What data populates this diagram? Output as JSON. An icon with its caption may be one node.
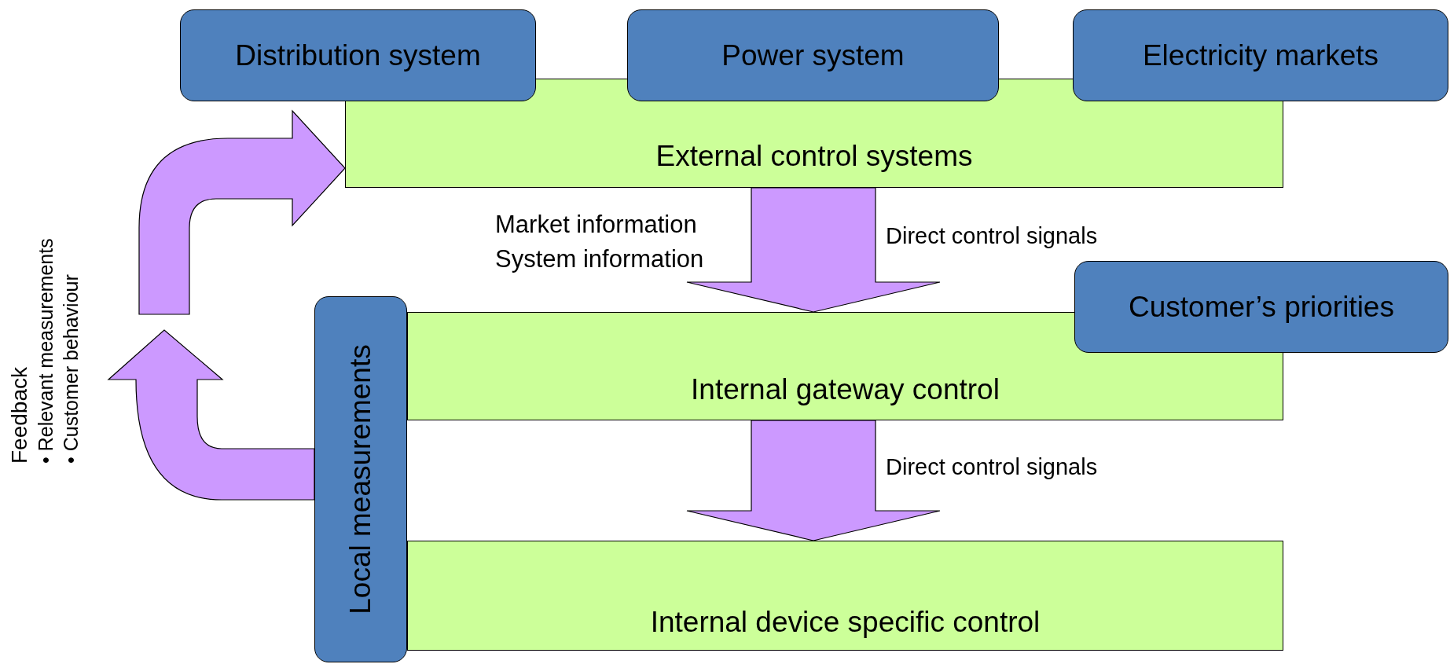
{
  "diagram": {
    "nodes": [
      {
        "text": [
          "Distribution system"
        ]
      },
      {
        "text": [
          "Power system"
        ]
      },
      {
        "text": [
          "Electricity markets"
        ]
      },
      {
        "text": [
          "External control systems"
        ]
      },
      {
        "text": [
          "Customer’s priorities"
        ]
      },
      {
        "text": [
          "Internal gateway control"
        ]
      },
      {
        "text": [
          "Local measurements"
        ]
      },
      {
        "text": [
          "Internal device specific control"
        ]
      }
    ],
    "edges": [
      {
        "from": 3,
        "to": 5,
        "arrow": "to",
        "label": "Direct control signals"
      },
      {
        "from": 5,
        "to": 7,
        "arrow": "to",
        "label": "Direct control signals"
      },
      {
        "from": 6,
        "to": null,
        "arrow": "to"
      },
      {
        "from": null,
        "to": 3,
        "arrow": "to"
      }
    ],
    "labels": [
      "Feedback",
      "• Relevant measurements",
      "• Customer behaviour",
      "Market information",
      "System information"
    ]
  }
}
